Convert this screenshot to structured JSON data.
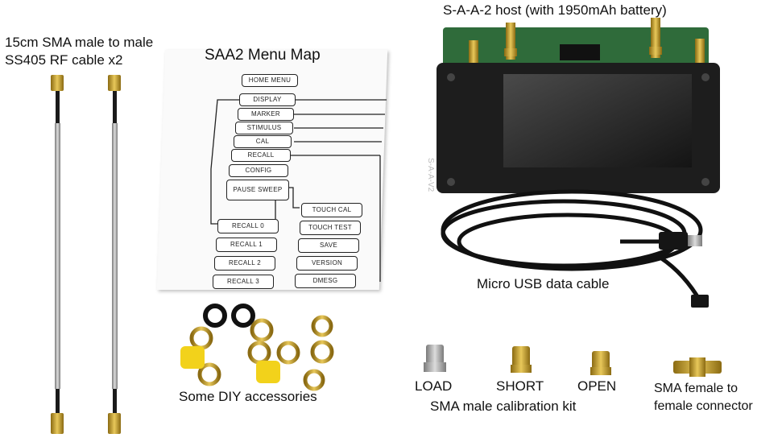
{
  "labels": {
    "cable_line1": "15cm SMA male to male",
    "cable_line2": "SS405 RF cable x2",
    "menu_title": "SAA2 Menu Map",
    "host": "S-A-A-2 host (with 1950mAh battery)",
    "usb": "Micro USB data cable",
    "diy": "Some DIY accessories",
    "load": "LOAD",
    "short": "SHORT",
    "open": "OPEN",
    "cal_kit": "SMA male calibration kit",
    "female_line1": "SMA female to",
    "female_line2": "female connector",
    "device_brand": "S-A-A-V2"
  },
  "menu": {
    "home": "HOME MENU",
    "left": [
      "DISPLAY",
      "MARKER",
      "STIMULUS",
      "CAL",
      "RECALL",
      "CONFIG",
      "PAUSE SWEEP"
    ],
    "recall": [
      "RECALL 0",
      "RECALL 1",
      "RECALL 2",
      "RECALL 3"
    ],
    "config": [
      "TOUCH CAL",
      "TOUCH TEST",
      "SAVE",
      "VERSION",
      "DMESG"
    ]
  },
  "colors": {
    "gold": "#c9a227",
    "yellow_cap": "#f2d21b",
    "device_body": "#1d1d1d",
    "pcb": "#2f6b3a",
    "cable_braid": "#b8b8b8"
  }
}
